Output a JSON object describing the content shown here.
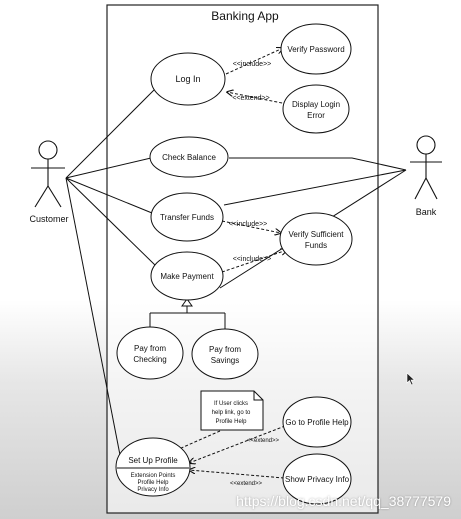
{
  "system": {
    "title": "Banking App"
  },
  "actors": {
    "customer": "Customer",
    "bank": "Bank"
  },
  "use_cases": {
    "log_in": "Log In",
    "verify_password": "Verify Password",
    "display_login_error": [
      "Display Login",
      "Error"
    ],
    "check_balance": "Check Balance",
    "transfer_funds": "Transfer Funds",
    "verify_sufficient_funds": [
      "Verify Sufficient",
      "Funds"
    ],
    "make_payment": "Make Payment",
    "pay_from_checking": [
      "Pay from",
      "Checking"
    ],
    "pay_from_savings": [
      "Pay from",
      "Savings"
    ],
    "go_to_profile_help": "Go to Profile Help",
    "show_privacy_info": "Show Privacy Info",
    "set_up_profile": {
      "name": "Set Up Profile",
      "compartment": [
        "Extension Points",
        "Profile Help",
        "Privacy Info"
      ]
    }
  },
  "stereotypes": {
    "include": "<<include>>",
    "extend": "<<extend>>"
  },
  "note": [
    "If User clicks",
    "help link, go to",
    "Profile Help"
  ],
  "watermark": "https://blog.csdn.net/qq_38777579"
}
